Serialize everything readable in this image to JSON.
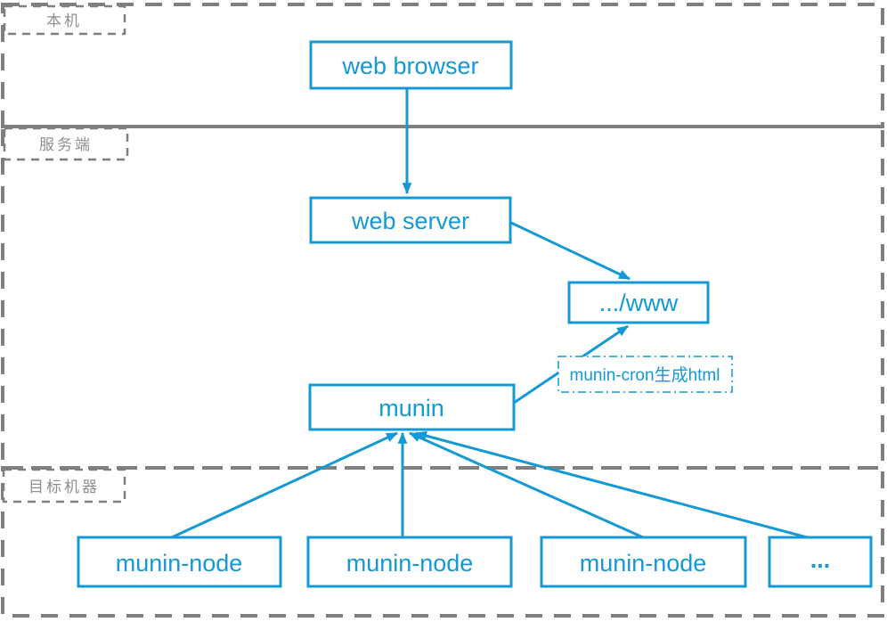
{
  "diagram": {
    "regions": [
      {
        "id": "local-machine",
        "label": "本机"
      },
      {
        "id": "server-side",
        "label": "服务端"
      },
      {
        "id": "target-machines",
        "label": "目标机器"
      }
    ],
    "nodes": [
      {
        "id": "web-browser",
        "label": "web browser"
      },
      {
        "id": "web-server",
        "label": "web server"
      },
      {
        "id": "www-dir",
        "label": ".../www"
      },
      {
        "id": "munin",
        "label": "munin"
      },
      {
        "id": "munin-node-1",
        "label": "munin-node"
      },
      {
        "id": "munin-node-2",
        "label": "munin-node"
      },
      {
        "id": "munin-node-3",
        "label": "munin-node"
      },
      {
        "id": "more-nodes",
        "label": "..."
      }
    ],
    "annotation": {
      "label": "munin-cron生成html"
    },
    "edges": [
      {
        "from": "web-browser",
        "to": "web-server"
      },
      {
        "from": "web-server",
        "to": "www-dir"
      },
      {
        "from": "munin",
        "to": "www-dir",
        "label": "munin-cron生成html"
      },
      {
        "from": "munin-node-1",
        "to": "munin"
      },
      {
        "from": "munin-node-2",
        "to": "munin"
      },
      {
        "from": "munin-node-3",
        "to": "munin"
      },
      {
        "from": "more-nodes",
        "to": "munin"
      }
    ],
    "colors": {
      "accent": "#1499D4",
      "region_border": "#7F7F7F",
      "region_label": "#8F8F8F",
      "background": "#FFFFFF"
    }
  }
}
